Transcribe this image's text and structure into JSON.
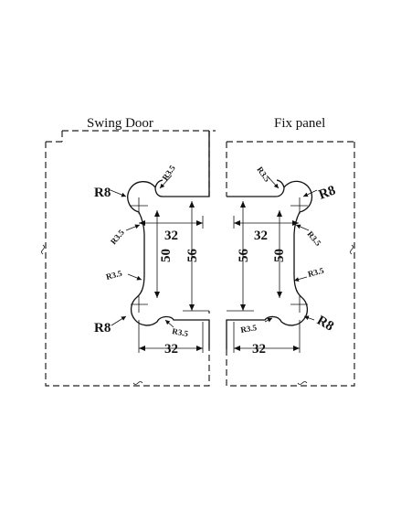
{
  "panels": {
    "left_title": "Swing Door",
    "right_title": "Fix panel"
  },
  "radii": {
    "large": "R8",
    "small": "R3.5"
  },
  "dimensions": {
    "width": "32",
    "inner_height": "50",
    "outer_height": "56"
  }
}
